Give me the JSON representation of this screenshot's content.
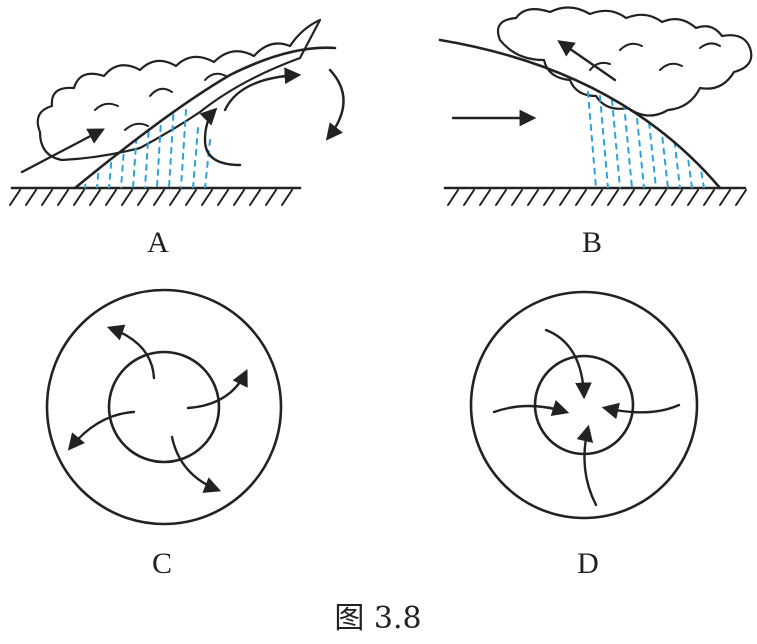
{
  "panels": [
    {
      "id": "A",
      "label": "A"
    },
    {
      "id": "B",
      "label": "B"
    },
    {
      "id": "C",
      "label": "C"
    },
    {
      "id": "D",
      "label": "D"
    }
  ],
  "caption": "图 3.8",
  "colors": {
    "ink": "#222222",
    "rain": "#2aa3d8"
  }
}
